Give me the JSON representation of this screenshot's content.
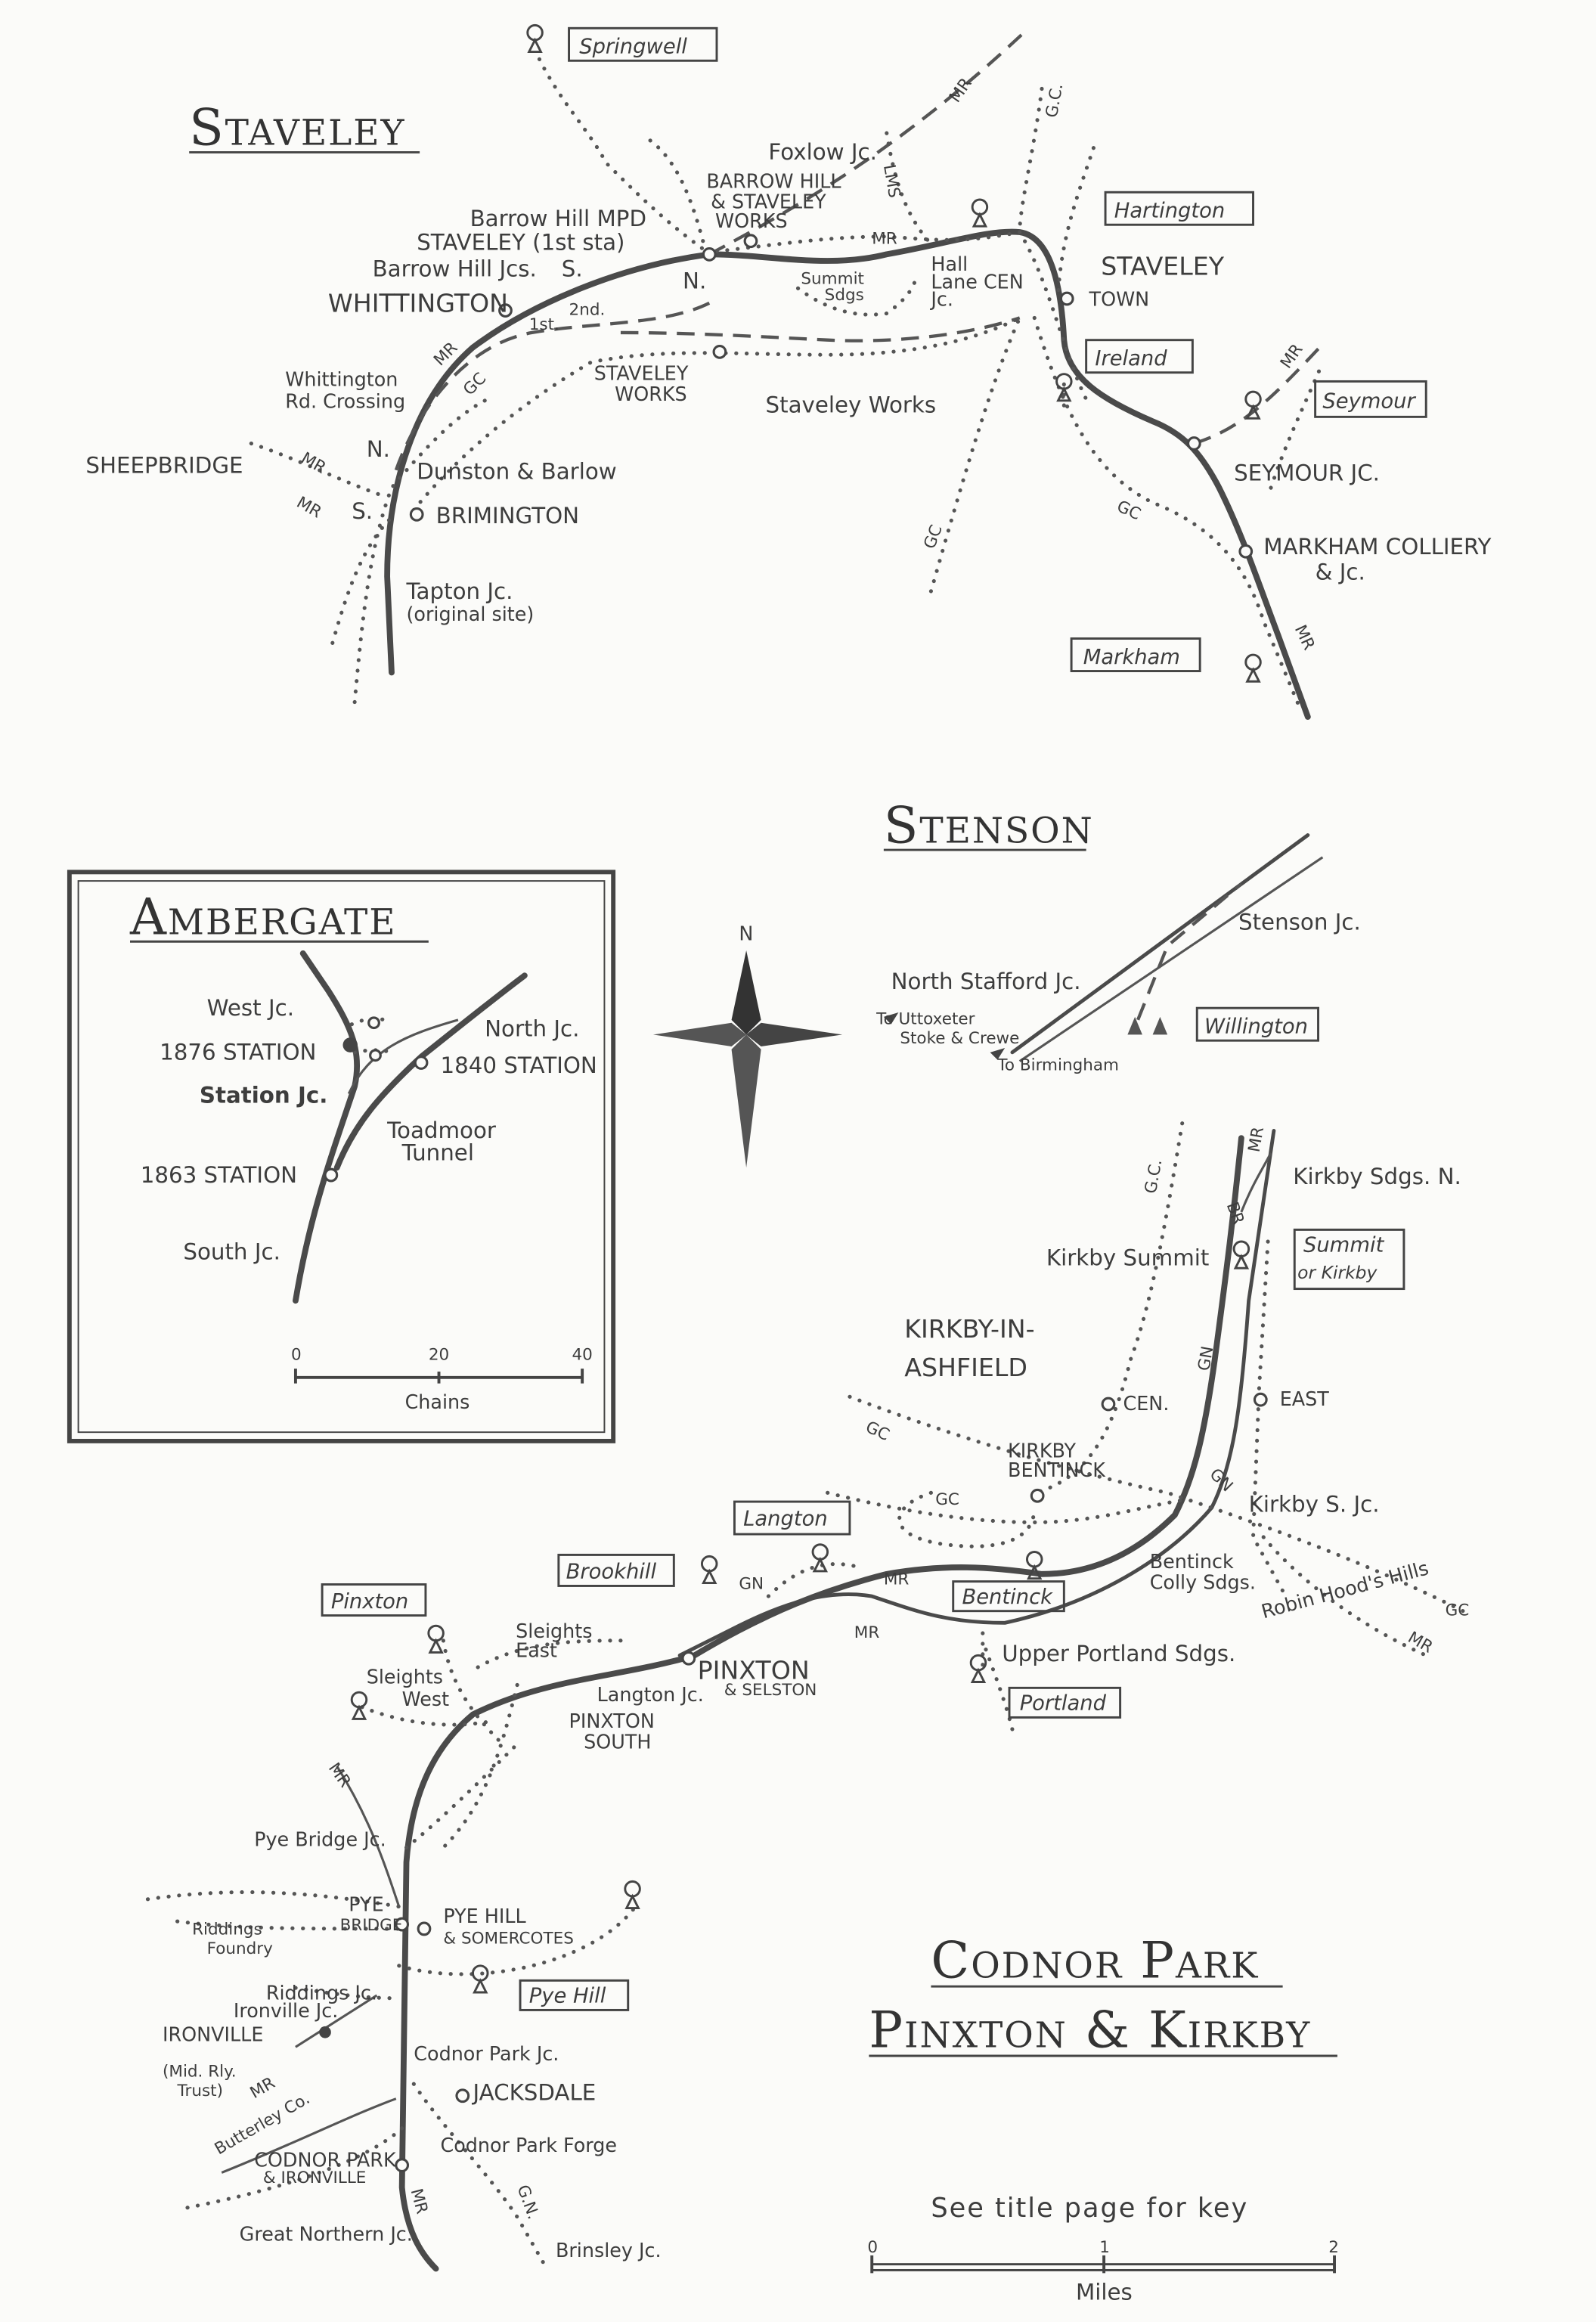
{
  "staveley": {
    "title": "Staveley",
    "boxes": {
      "springwell": "Springwell",
      "hartington": "Hartington",
      "ireland": "Ireland",
      "seymour": "Seymour",
      "markham": "Markham"
    },
    "labels": {
      "foxlow": "Foxlow Jc.",
      "barrow1": "BARROW HILL",
      "barrow2": "& STAVELEY",
      "barrow3": "WORKS",
      "mpd": "Barrow Hill MPD",
      "first_sta": "STAVELEY (1st sta)",
      "barrow_jcs": "Barrow Hill Jcs.",
      "s": "S.",
      "whittington": "WHITTINGTON",
      "first": "1st.",
      "second": "2nd.",
      "n": "N.",
      "summit1": "Summit",
      "summit2": "Sdgs",
      "hall1": "Hall",
      "hall2": "Lane CEN",
      "hall3": "Jc.",
      "staveley_town1": "STAVELEY",
      "staveley_town2": "TOWN",
      "seymour_jc": "SEYMOUR JC.",
      "markham1": "MARKHAM COLLIERY",
      "markham2": "& Jc.",
      "works1": "STAVELEY",
      "works2": "WORKS",
      "staveley_works": "Staveley Works",
      "wrc1": "Whittington",
      "wrc2": "Rd. Crossing",
      "sheepbridge": "SHEEPBRIDGE",
      "n2": "N.",
      "s2": "S.",
      "dunston": "Dunston & Barlow",
      "brimington": "BRIMINGTON",
      "tapton1": "Tapton Jc.",
      "tapton2": "(original site)",
      "mr": "MR",
      "gc": "GC",
      "gc_dot": "G.C.",
      "lms": "LMS"
    }
  },
  "ambergate": {
    "title": "Ambergate",
    "labels": {
      "west": "West Jc.",
      "north": "North Jc.",
      "s1876": "1876 STATION",
      "s1840": "1840 STATION",
      "station_jc": "Station Jc.",
      "toadmoor1": "Toadmoor",
      "toadmoor2": "Tunnel",
      "s1863": "1863 STATION",
      "south": "South Jc."
    },
    "scale": {
      "ticks": [
        "0",
        "20",
        "40"
      ],
      "unit": "Chains"
    }
  },
  "compass": {
    "north": "N"
  },
  "stenson": {
    "title": "Stenson",
    "labels": {
      "stenson_jc": "Stenson Jc.",
      "north_stafford": "North Stafford Jc.",
      "uttoxeter1": "To Uttoxeter",
      "uttoxeter2": "Stoke & Crewe",
      "birmingham": "To Birmingham"
    },
    "boxes": {
      "willington": "Willington"
    }
  },
  "codnor": {
    "title1": "Codnor Park",
    "title2": "Pinxton & Kirkby",
    "boxes": {
      "summit1": "Summit",
      "summit2": "or Kirkby",
      "langton": "Langton",
      "brookhill": "Brookhill",
      "bentinck": "Bentinck",
      "portland": "Portland",
      "pinxton": "Pinxton",
      "pye_hill": "Pye Hill"
    },
    "labels": {
      "kirkby_sdgs_n": "Kirkby Sdgs. N.",
      "kirkby_summit": "Kirkby Summit",
      "kia1": "KIRKBY-IN-",
      "kia2": "ASHFIELD",
      "cen": "CEN.",
      "east": "EAST",
      "kb1": "KIRKBY",
      "kb2": "BENTINCK",
      "kirkby_s_jc": "Kirkby S. Jc.",
      "bentinck_colly1": "Bentinck",
      "bentinck_colly2": "Colly Sdgs.",
      "robin_hood": "Robin Hood's Hills",
      "upper_portland": "Upper Portland Sdgs.",
      "sleights_east1": "Sleights",
      "sleights_east2": "East",
      "sleights_west1": "Sleights",
      "sleights_west2": "West",
      "pinxton1": "PINXTON",
      "pinxton2": "& SELSTON",
      "langton_jc": "Langton Jc.",
      "pinxton_south1": "PINXTON",
      "pinxton_south2": "SOUTH",
      "pye_bridge_jc": "Pye Bridge Jc.",
      "pye_bridge1": "PYE",
      "pye_bridge2": "BRIDGE",
      "pye_hill1": "PYE HILL",
      "pye_hill2": "& SOMERCOTES",
      "riddings1": "Riddings",
      "riddings2": "Foundry",
      "riddings_jc": "Riddings Jc.",
      "ironville_jc": "Ironville Jc.",
      "ironville": "IRONVILLE",
      "trust1": "(Mid. Rly.",
      "trust2": "Trust)",
      "codnor_park_jc": "Codnor Park Jc.",
      "jacksdale": "JACKSDALE",
      "butterley": "Butterley Co.",
      "forge": "Codnor Park Forge",
      "codnor1": "CODNOR PARK",
      "codnor2": "& IRONVILLE",
      "great_northern": "Great Northern Jc.",
      "brinsley": "Brinsley Jc.",
      "mr": "MR",
      "gc": "GC",
      "gn": "GN",
      "br": "BR",
      "gc_dot": "G.C.",
      "gn_dot": "G.N."
    },
    "key_note": "See title page for key",
    "scale": {
      "ticks": [
        "0",
        "1",
        "2"
      ],
      "unit": "Miles"
    }
  }
}
